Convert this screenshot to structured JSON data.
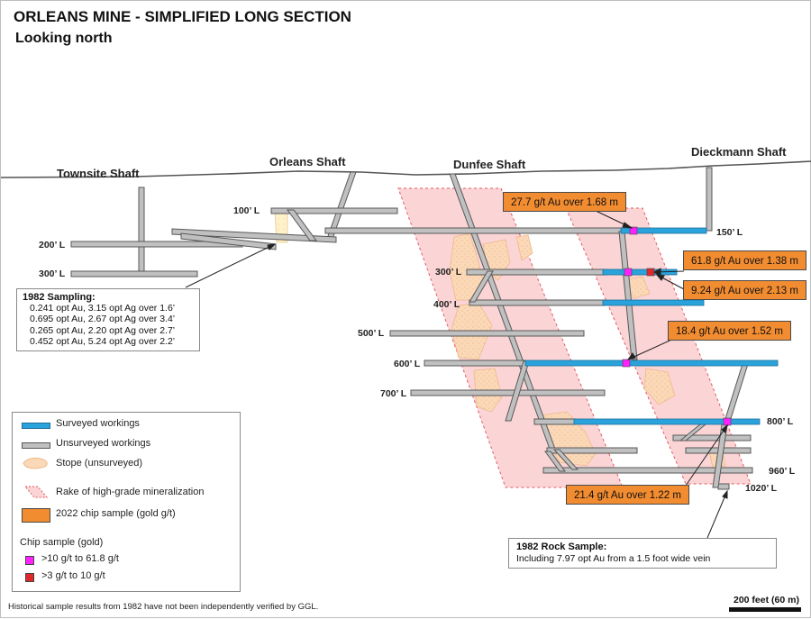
{
  "title": "ORLEANS MINE - SIMPLIFIED LONG SECTION",
  "subtitle": "Looking north",
  "shafts": {
    "townsite": "Townsite Shaft",
    "orleans": "Orleans Shaft",
    "dunfee": "Dunfee Shaft",
    "dieckmann": "Dieckmann Shaft"
  },
  "levels": {
    "l100": "100’ L",
    "l150": "150’ L",
    "l200": "200’ L",
    "l300_west": "300’ L",
    "l300_east": "300’ L",
    "l400": "400’ L",
    "l500": "500’ L",
    "l600": "600’ L",
    "l700": "700’ L",
    "l800": "800’ L",
    "l960": "960’ L",
    "l1020": "1020’ L"
  },
  "sampling_1982": {
    "header": "1982 Sampling:",
    "rows": [
      "0.241 opt Au, 3.15 opt Ag over 1.6’",
      "0.695 opt Au, 2.67 opt Ag over 3.4’",
      "0.265 opt Au, 2.20 opt Ag over 2.7’",
      "0.452 opt Au, 5.24 opt Ag over 2.2’"
    ]
  },
  "chip_samples": [
    "27.7 g/t Au over 1.68 m",
    "61.8 g/t Au over 1.38 m",
    "9.24 g/t Au over 2.13 m",
    "18.4 g/t Au over 1.52 m",
    "21.4 g/t Au over 1.22 m"
  ],
  "rock_sample": {
    "header": "1982 Rock Sample:",
    "text": "Including 7.97 opt Au from a 1.5 foot wide vein"
  },
  "legend": {
    "surveyed": "Surveyed workings",
    "unsurveyed": "Unsurveyed workings",
    "stope": "Stope (unsurveyed)",
    "rake": "Rake of high-grade mineralization",
    "chip2022": "2022 chip sample (gold g/t)",
    "chip_header": "Chip sample (gold)",
    "high": ">10 g/t  to 61.8 g/t",
    "mid": ">3 g/t  to 10 g/t"
  },
  "colors": {
    "surveyed": "#2aa3dc",
    "unsurveyed": "#b5b5b5",
    "stope": "#fbd9b8",
    "rake": "#fbd4d6",
    "callout": "#f28c30",
    "high": "#ff22ff",
    "mid": "#e0282a"
  },
  "footnote": "Historical sample results from 1982 have not been independently verified by GGL.",
  "scale": "200 feet (60 m)"
}
